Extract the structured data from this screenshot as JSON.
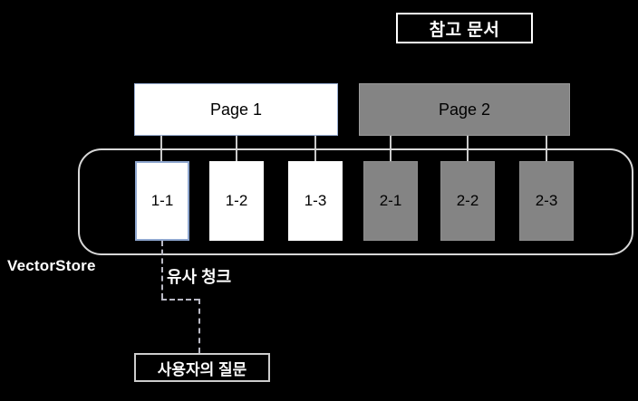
{
  "diagram": {
    "title_box": {
      "label": "참고 문서"
    },
    "pages": [
      {
        "label": "Page 1",
        "style": "light"
      },
      {
        "label": "Page 2",
        "style": "dark"
      }
    ],
    "vectorstore": {
      "label": "VectorStore"
    },
    "chunks": [
      {
        "label": "1-1",
        "style": "light",
        "selected": true
      },
      {
        "label": "1-2",
        "style": "light",
        "selected": false
      },
      {
        "label": "1-3",
        "style": "light",
        "selected": false
      },
      {
        "label": "2-1",
        "style": "dark",
        "selected": false
      },
      {
        "label": "2-2",
        "style": "dark",
        "selected": false
      },
      {
        "label": "2-3",
        "style": "dark",
        "selected": false
      }
    ],
    "similar_chunk_label": "유사 청크",
    "question_box": {
      "label": "사용자의 질문"
    },
    "colors": {
      "background": "#000000",
      "light_fill": "#ffffff",
      "dark_fill": "#848484",
      "stroke": "#d8d8d8",
      "selected_border": "#8fa7cf",
      "dashed_line": "#b9b9c4",
      "text_on_dark": "#ffffff",
      "text_on_light": "#000000"
    }
  }
}
